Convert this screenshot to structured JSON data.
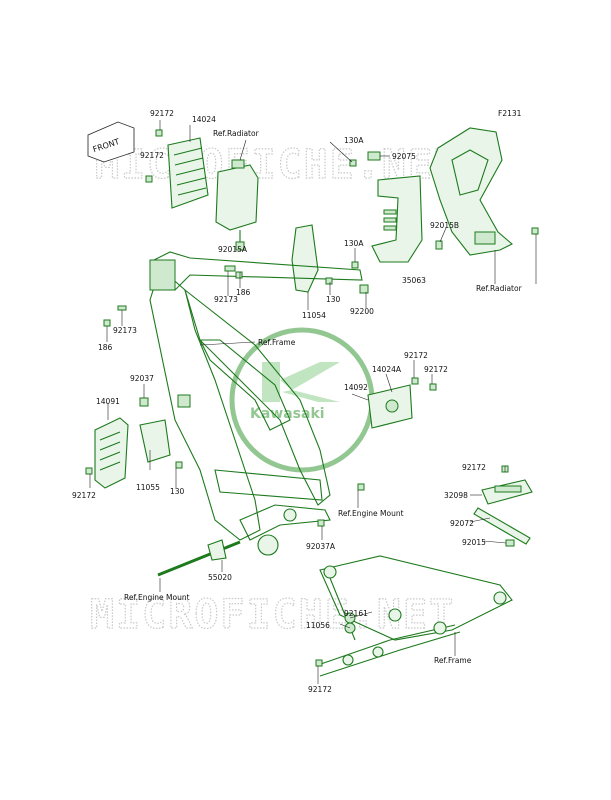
{
  "diagram": {
    "figure_code": "F2131",
    "front_marker": "FRONT",
    "watermark_text": "MICROFICHE.NET",
    "logo_text": "Kawasaki",
    "colors": {
      "part_outline": "#1d7a1d",
      "part_fill": "#e8f5e8",
      "text": "#111111",
      "watermark": "#c9c9c9"
    }
  },
  "labels": {
    "l92172_a": "92172",
    "l14024": "14024",
    "l92172_b": "92172",
    "l92015A": "92015A",
    "l130A_a": "130A",
    "l92075": "92075",
    "l92015B": "92015B",
    "l130A_b": "130A",
    "l35063": "35063",
    "l186_a": "186",
    "l92173_a": "92173",
    "l130_a": "130",
    "l11054": "11054",
    "l92200": "92200",
    "l92173_b": "92173",
    "l186_b": "186",
    "l92037": "92037",
    "l14091": "14091",
    "l14024A": "14024A",
    "l92172_c": "92172",
    "l14092": "14092",
    "l92172_d": "92172",
    "l11055": "11055",
    "l130_b": "130",
    "l92172_e": "92172",
    "l92172_f": "92172",
    "l32098": "32098",
    "l92072": "92072",
    "l92015": "92015",
    "l92037A": "92037A",
    "l55020": "55020",
    "l92161": "92161",
    "l11056": "11056",
    "l92172_g": "92172"
  },
  "refs": {
    "radiator_top": "Ref.Radiator",
    "radiator_right": "Ref.Radiator",
    "frame_mid": "Ref.Frame",
    "engine_mount_right": "Ref.Engine Mount",
    "engine_mount_left": "Ref.Engine Mount",
    "frame_bottom": "Ref.Frame"
  }
}
